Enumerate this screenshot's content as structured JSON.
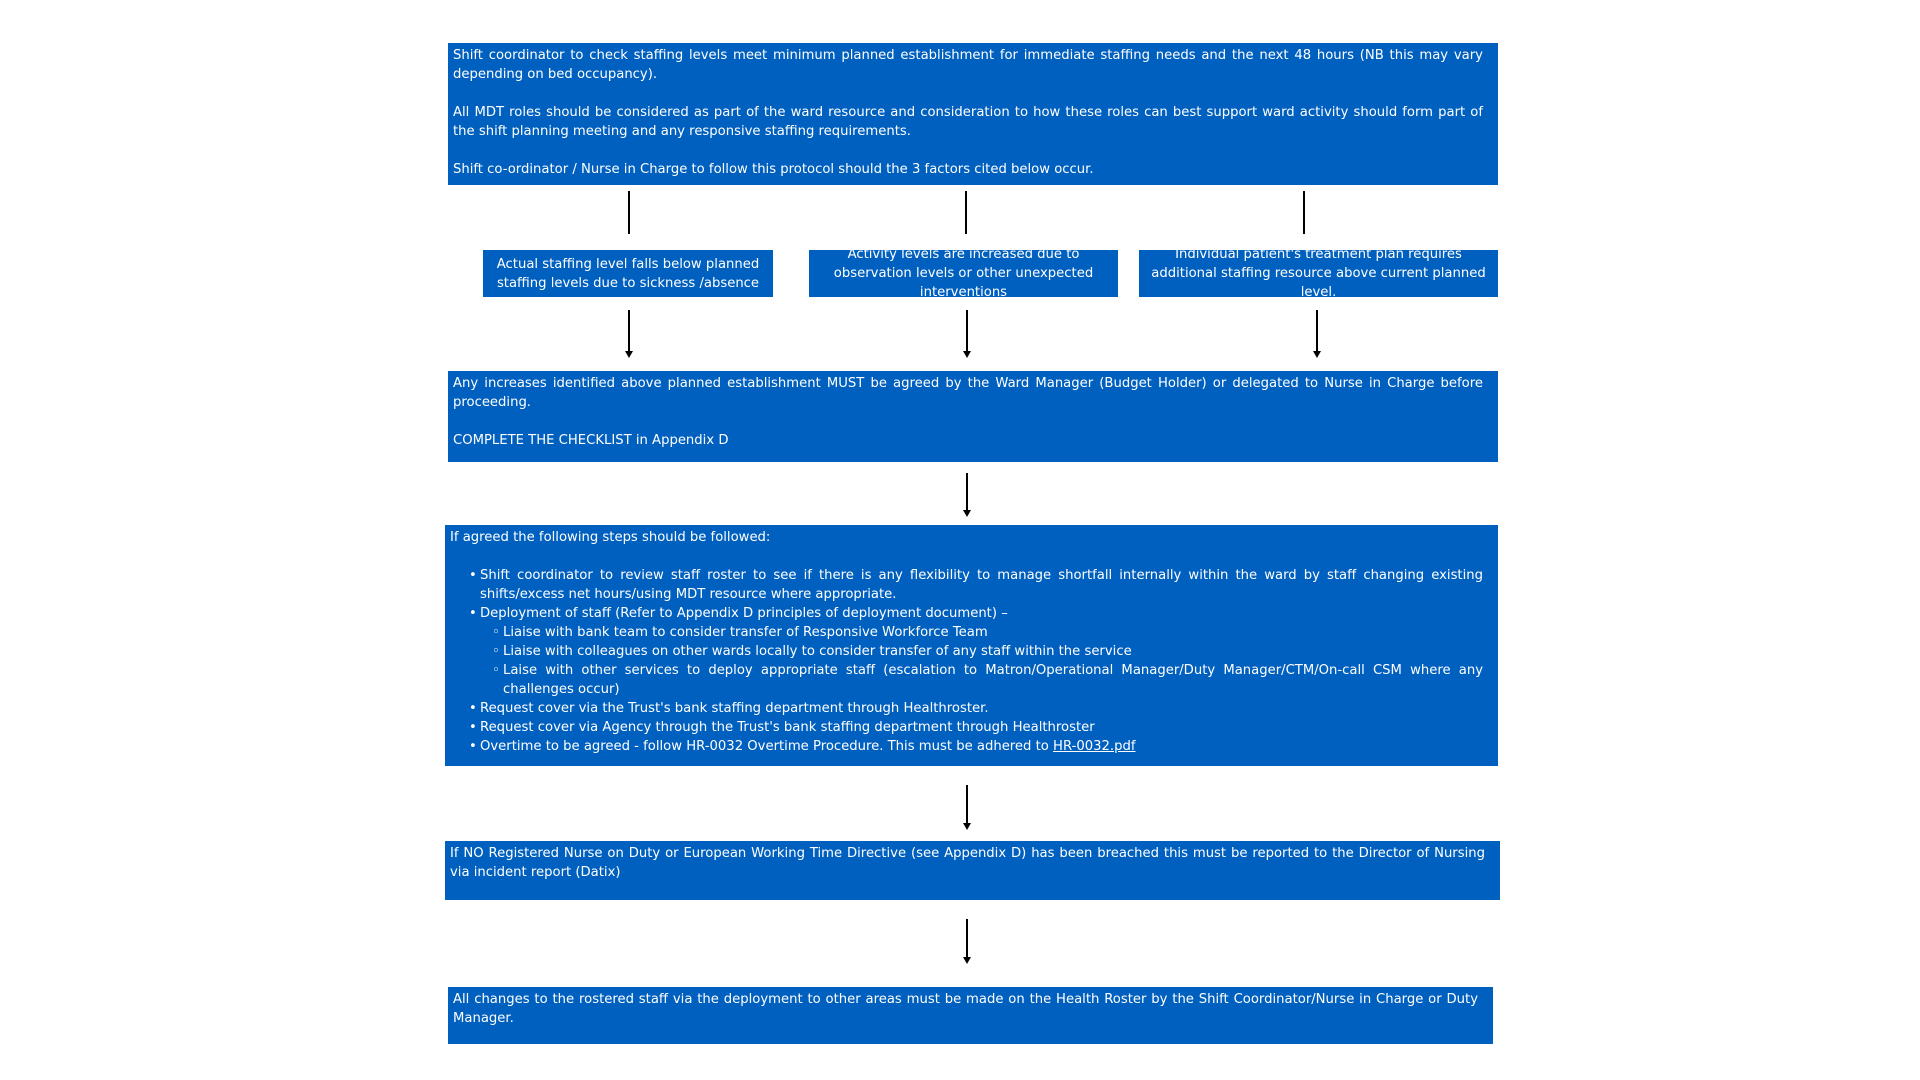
{
  "box1": {
    "p1": "Shift coordinator to check staffing levels meet minimum planned establishment for immediate staffing needs and the next 48 hours (NB this may vary depending on bed occupancy).",
    "p2": "All MDT roles should be considered as part of the ward resource and consideration to how these roles can best support ward activity should form part of the shift planning meeting and any responsive staffing requirements.",
    "p3": "Shift co-ordinator / Nurse in Charge to follow this protocol should the 3 factors cited below occur."
  },
  "factors": [
    {
      "text": "Actual staffing level falls below planned staffing levels due to sickness /absence"
    },
    {
      "text": "Activity levels are increased due to observation levels or other unexpected interventions"
    },
    {
      "text": "Individual patient's treatment plan requires additional staffing resource above current planned level."
    }
  ],
  "box2": {
    "p1": "Any increases identified above planned establishment MUST be agreed by the Ward Manager (Budget Holder) or delegated to Nurse in Charge before proceeding.",
    "p2": "COMPLETE THE CHECKLIST in Appendix D"
  },
  "box3": {
    "intro": "If agreed the following steps should be followed:",
    "b1": "Shift coordinator to review staff roster to see if there is any flexibility to manage shortfall internally within the ward by staff changing existing shifts/excess net hours/using MDT resource where appropriate.",
    "b2": "Deployment of staff (Refer to Appendix D principles of deployment document) –",
    "sub": [
      "Liaise with bank team to consider transfer of Responsive Workforce Team",
      "Liaise with colleagues on other wards locally to consider transfer of any staff within the service",
      "Laise with other services to deploy appropriate staff (escalation to Matron/Operational Manager/Duty Manager/CTM/On-call CSM where any challenges occur)"
    ],
    "b3": "Request cover via the Trust's bank staffing department through Healthroster.",
    "b4": "Request cover via Agency through the Trust's bank staffing department through Healthroster",
    "b5": "Overtime to be agreed - follow HR-0032 Overtime Procedure. This must be adhered to ",
    "b5_link": "HR-0032.pdf"
  },
  "box4": {
    "text": "If NO Registered Nurse on Duty or European Working Time Directive (see Appendix D) has been breached this must be reported to the Director of Nursing via incident report (Datix)"
  },
  "box5": {
    "text": "All changes to the rostered staff via the deployment to other areas must be made on the Health Roster by the Shift Coordinator/Nurse in Charge or Duty Manager."
  },
  "colors": {
    "box_fill": "#0060bf",
    "text": "#ffffff",
    "arrow": "#000000"
  }
}
